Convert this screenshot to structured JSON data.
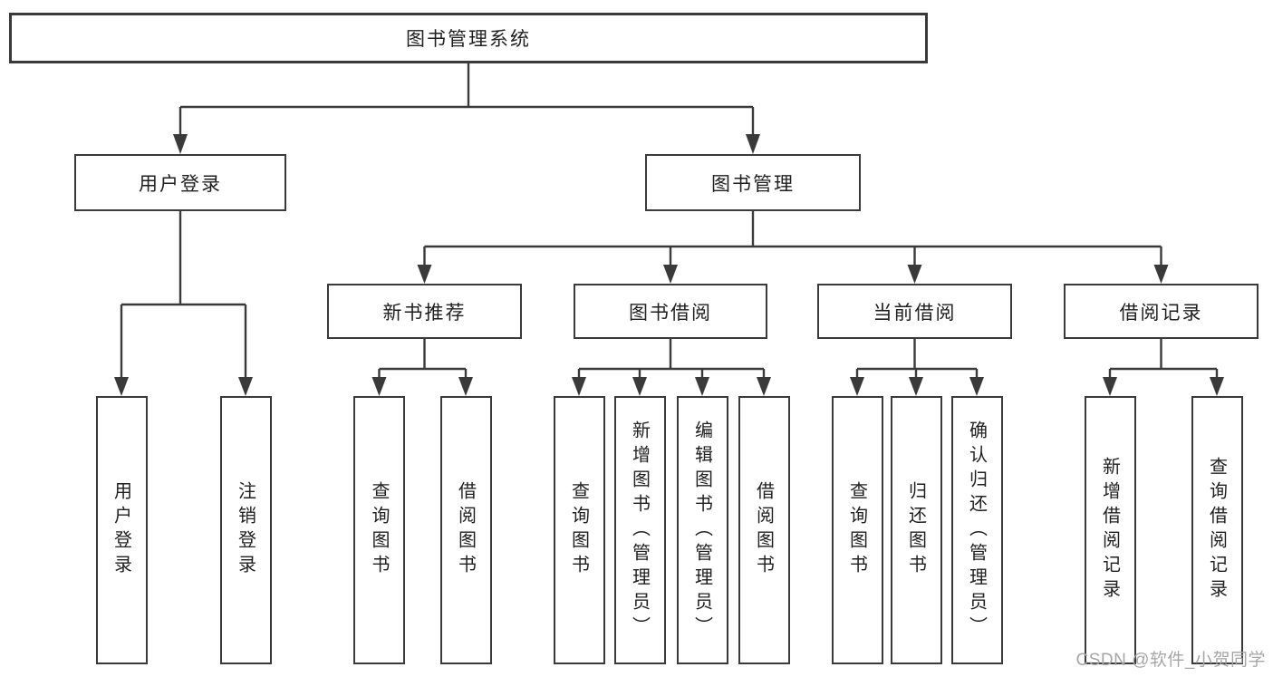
{
  "diagram": {
    "root": "图书管理系统",
    "branches": [
      {
        "label": "用户登录",
        "children": [
          {
            "label": "用户登录"
          },
          {
            "label": "注销登录"
          }
        ]
      },
      {
        "label": "图书管理",
        "children": [
          {
            "label": "新书推荐",
            "children": [
              {
                "label": "查询图书"
              },
              {
                "label": "借阅图书"
              }
            ]
          },
          {
            "label": "图书借阅",
            "children": [
              {
                "label": "查询图书"
              },
              {
                "label": "新增图书（管理员）"
              },
              {
                "label": "编辑图书（管理员）"
              },
              {
                "label": "借阅图书"
              }
            ]
          },
          {
            "label": "当前借阅",
            "children": [
              {
                "label": "查询图书"
              },
              {
                "label": "归还图书"
              },
              {
                "label": "确认归还（管理员）"
              }
            ]
          },
          {
            "label": "借阅记录",
            "children": [
              {
                "label": "新增借阅记录"
              },
              {
                "label": "查询借阅记录"
              }
            ]
          }
        ]
      }
    ]
  },
  "watermark": "CSDN @软件_小贺同学",
  "colors": {
    "line": "#3a3a3a",
    "text": "#1f1f1f",
    "box_background": "#ffffff",
    "watermark": "#a6a6a6",
    "page_background": "#ffffff"
  }
}
